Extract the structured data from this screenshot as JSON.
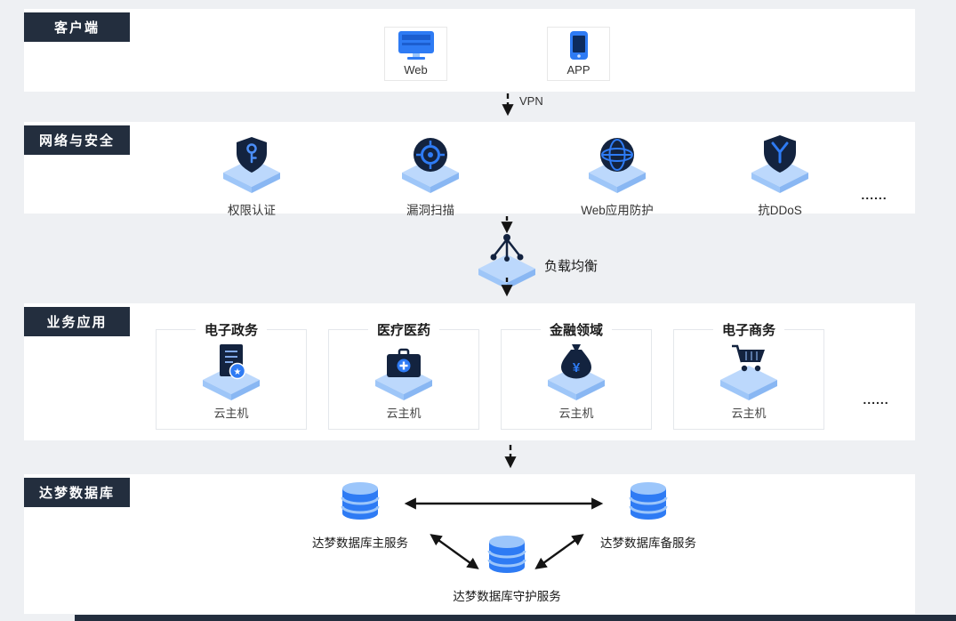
{
  "client": {
    "label": "客户端",
    "items": [
      {
        "label": "Web"
      },
      {
        "label": "APP"
      }
    ]
  },
  "vpn_label": "VPN",
  "security": {
    "label": "网络与安全",
    "items": [
      {
        "label": "权限认证"
      },
      {
        "label": "漏洞扫描"
      },
      {
        "label": "Web应用防护"
      },
      {
        "label": "抗DDoS"
      }
    ],
    "ellipsis": "......"
  },
  "load_balancer": {
    "label": "负载均衡"
  },
  "business": {
    "label": "业务应用",
    "items": [
      {
        "title": "电子政务",
        "sublabel": "云主机"
      },
      {
        "title": "医疗医药",
        "sublabel": "云主机"
      },
      {
        "title": "金融领域",
        "sublabel": "云主机"
      },
      {
        "title": "电子商务",
        "sublabel": "云主机"
      }
    ],
    "ellipsis": "......"
  },
  "database": {
    "label": "达梦数据库",
    "primary_label": "达梦数据库主服务",
    "backup_label": "达梦数据库备服务",
    "guardian_label": "达梦数据库守护服务"
  },
  "colors": {
    "accent": "#2e7bf4",
    "platform_top": "#bcd8fc",
    "dark_icon": "#13233f",
    "tag_bg": "#232e3e",
    "arrow": "#141414",
    "band_bg": "#ffffff",
    "page_bg": "#eef0f3"
  }
}
